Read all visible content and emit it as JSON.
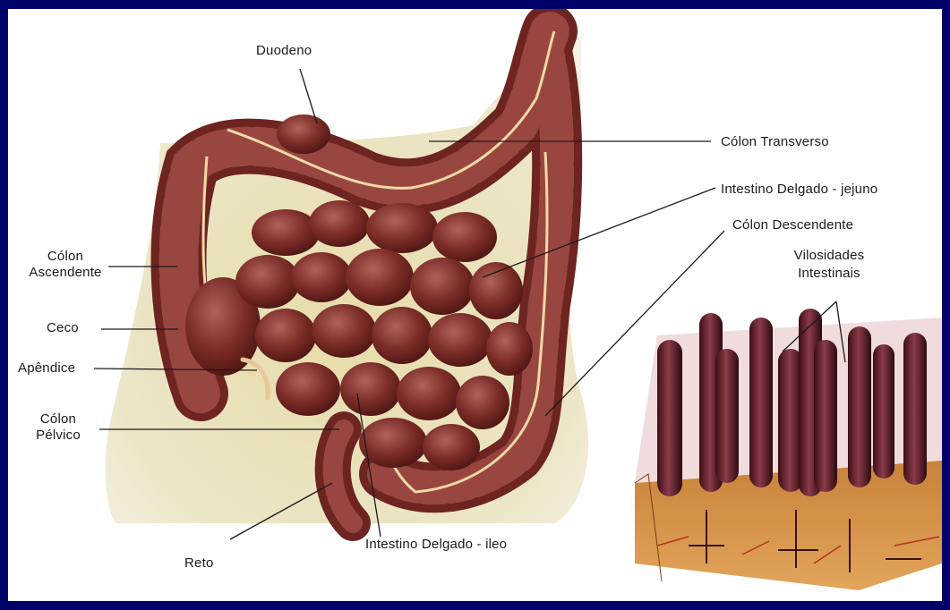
{
  "colors": {
    "frame_border": "#00006b",
    "background": "#ffffff",
    "intestine": "#7a2a26",
    "intestine_highlight": "#a4504a",
    "skin": "#e9e0b8",
    "leader_lines": "#1a1a1a"
  },
  "labels": {
    "duodeno": "Duodeno",
    "colon_transverso": "Cólon Transverso",
    "delgado_jejuno": "Intestino Delgado - jejuno",
    "colon_descendente": "Cólon Descendente",
    "vilosidades_line1": "Vilosidades",
    "vilosidades_line2": "Intestinais",
    "colon_ascendente_line1": "Cólon",
    "colon_ascendente_line2": "Ascendente",
    "ceco": "Ceco",
    "apendice": "Apêndice",
    "colon_pelvico_line1": "Cólon",
    "colon_pelvico_line2": "Pélvico",
    "reto": "Reto",
    "delgado_ileo": "Intestino Delgado - ileo"
  }
}
